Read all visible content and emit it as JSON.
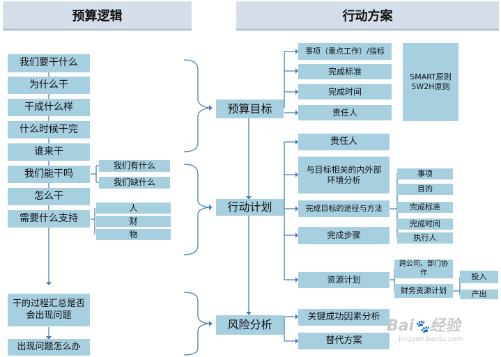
{
  "headers": {
    "left": "预算逻辑",
    "right": "行动方案"
  },
  "left_chain": [
    "我们要干什么",
    "为什么干",
    "干成什么样",
    "什么时候干完",
    "谁来干",
    "我们能干吗",
    "怎么干",
    "需要什么支持"
  ],
  "can_do_sub": [
    "我们有什么",
    "我们缺什么"
  ],
  "support_sub": [
    "人",
    "财",
    "物"
  ],
  "bottom_chain": [
    "干的过程汇总是否会出现问题",
    "出现问题怎么办"
  ],
  "hubs": [
    "预算目标",
    "行动计划",
    "风险分析"
  ],
  "goal_items": [
    "事项（重点工作）/指标",
    "完成标准",
    "完成时间",
    "责任人"
  ],
  "smart_note": "SMART原则\n5W2H原则",
  "plan_items": [
    "责任人",
    "与目标相关的内外部环境分析",
    "完成目标的途径与方法",
    "完成步骤",
    "资源计划"
  ],
  "method_sub": [
    "事项",
    "目的",
    "完成标准",
    "完成时间",
    "执行人"
  ],
  "resource_sub": [
    "跨公司、部门协作",
    "财务资源计划"
  ],
  "finance_sub": [
    "投入",
    "产出"
  ],
  "risk_items": [
    "关键成功因素分析",
    "替代方案"
  ],
  "watermark": {
    "logo": "Bai",
    "logo2": "经验",
    "url": "jingyan.baidu.com"
  }
}
